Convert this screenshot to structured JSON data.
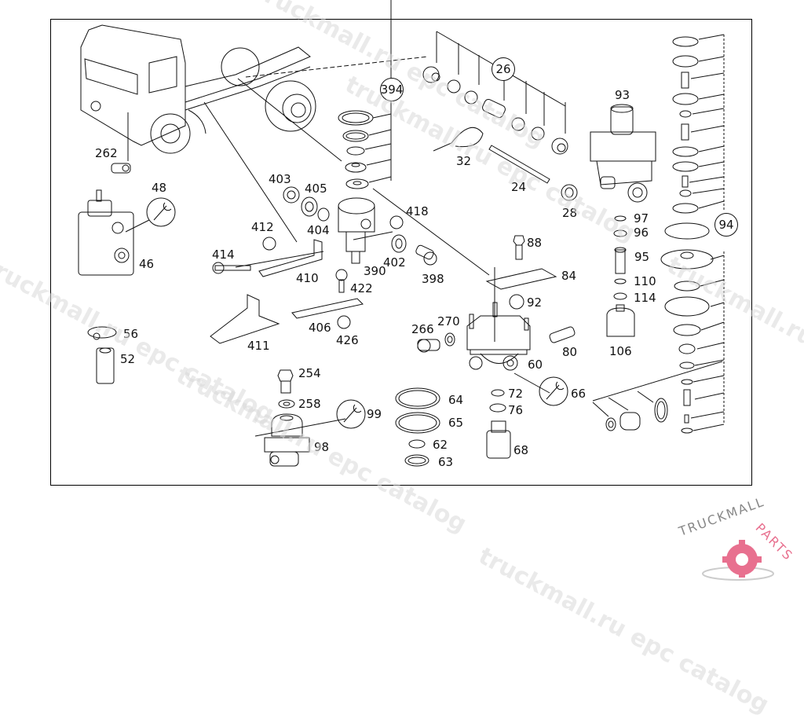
{
  "diagram": {
    "title": "Truck air brake parts exploded view",
    "part_labels": [
      "262",
      "48",
      "46",
      "56",
      "52",
      "394",
      "403",
      "405",
      "404",
      "412",
      "414",
      "410",
      "390",
      "418",
      "402",
      "398",
      "422",
      "406",
      "426",
      "411",
      "254",
      "258",
      "99",
      "98",
      "26",
      "32",
      "24",
      "28",
      "93",
      "97",
      "96",
      "95",
      "110",
      "114",
      "106",
      "88",
      "84",
      "92",
      "266",
      "270",
      "60",
      "80",
      "66",
      "64",
      "65",
      "62",
      "63",
      "72",
      "76",
      "68"
    ],
    "callouts": [
      "394",
      "26",
      "94"
    ],
    "tool_icons": [
      {
        "ref": "48",
        "icon": "wrench-icon"
      },
      {
        "ref": "99",
        "icon": "wrench-icon"
      },
      {
        "ref": "66",
        "icon": "wrench-icon"
      }
    ]
  },
  "watermarks": [
    "truckmall.ru epc catalog"
  ],
  "logo": {
    "text_main": "TRUCKMALL",
    "text_accent": "PARTS",
    "accent_color": "#e8708f",
    "text_color": "#888888"
  }
}
